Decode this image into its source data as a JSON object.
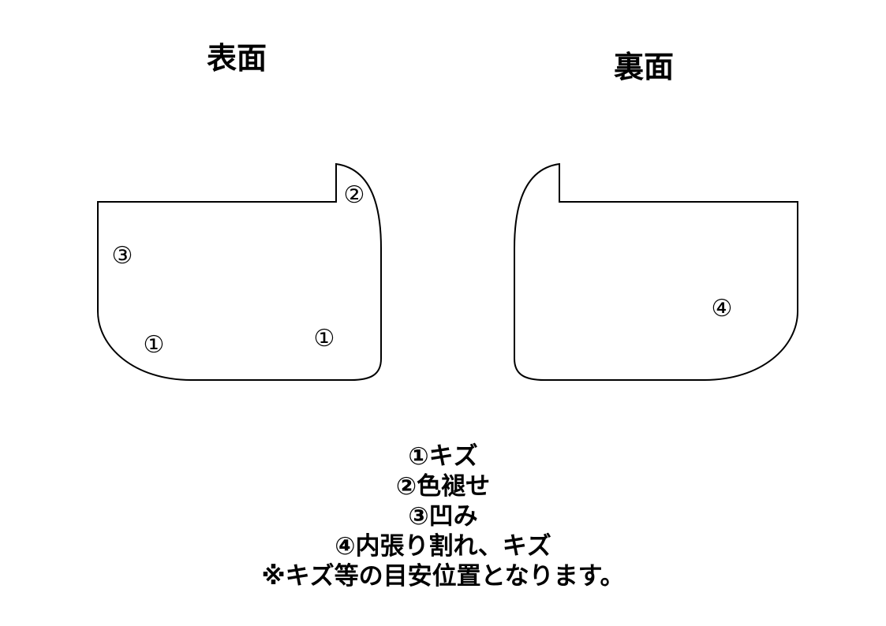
{
  "views": {
    "front_title": "表面",
    "back_title": "裏面"
  },
  "markers": {
    "front": [
      "①",
      "②",
      "③",
      "①"
    ],
    "back": [
      "④"
    ]
  },
  "legend": {
    "items": [
      "①キズ",
      "②色褪せ",
      "③凹み",
      "④内張り割れ、キズ",
      "※キズ等の目安位置となります。"
    ]
  }
}
